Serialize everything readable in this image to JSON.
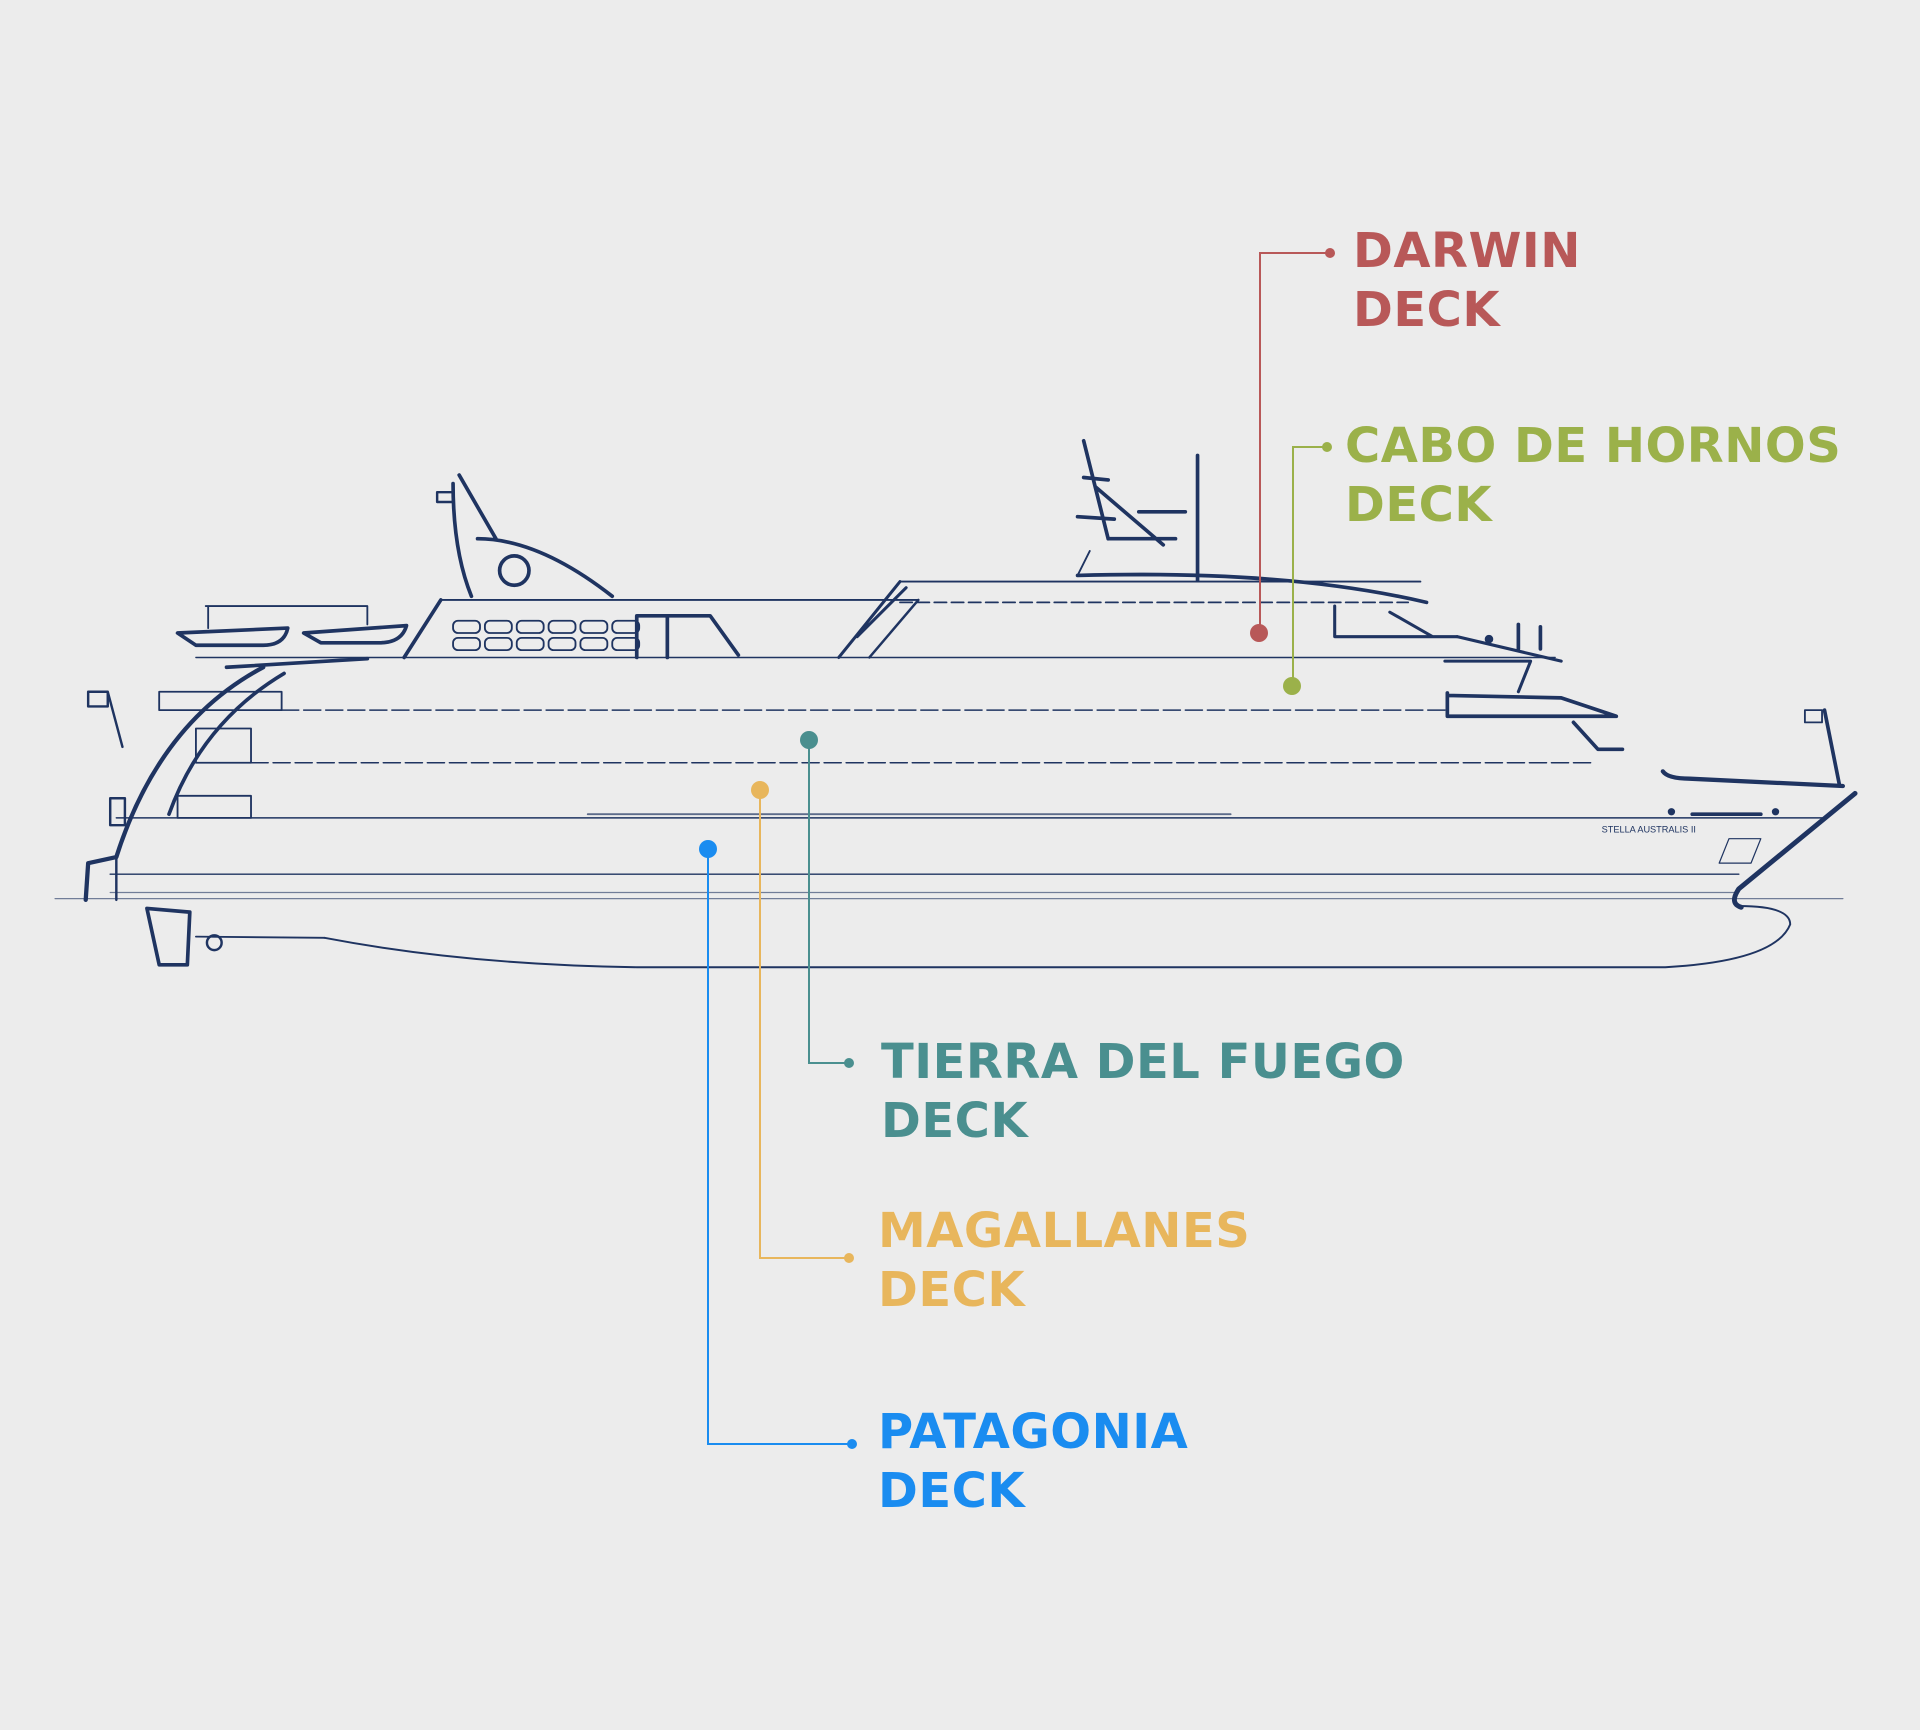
{
  "ship": {
    "name": "STELLA AUSTRALIS II",
    "color": "#1f3461"
  },
  "decks": [
    {
      "id": "darwin",
      "line1": "DARWIN",
      "line2": "DECK",
      "color": "#b85858"
    },
    {
      "id": "cabo-de-hornos",
      "line1": "CABO DE HORNOS",
      "line2": "DECK",
      "color": "#9bb14a"
    },
    {
      "id": "tierra-del-fuego",
      "line1": "TIERRA DEL FUEGO",
      "line2": "DECK",
      "color": "#4a8f8f"
    },
    {
      "id": "magallanes",
      "line1": "MAGALLANES",
      "line2": "DECK",
      "color": "#e8b65c"
    },
    {
      "id": "patagonia",
      "line1": "PATAGONIA",
      "line2": "DECK",
      "color": "#1a8cf0"
    }
  ]
}
